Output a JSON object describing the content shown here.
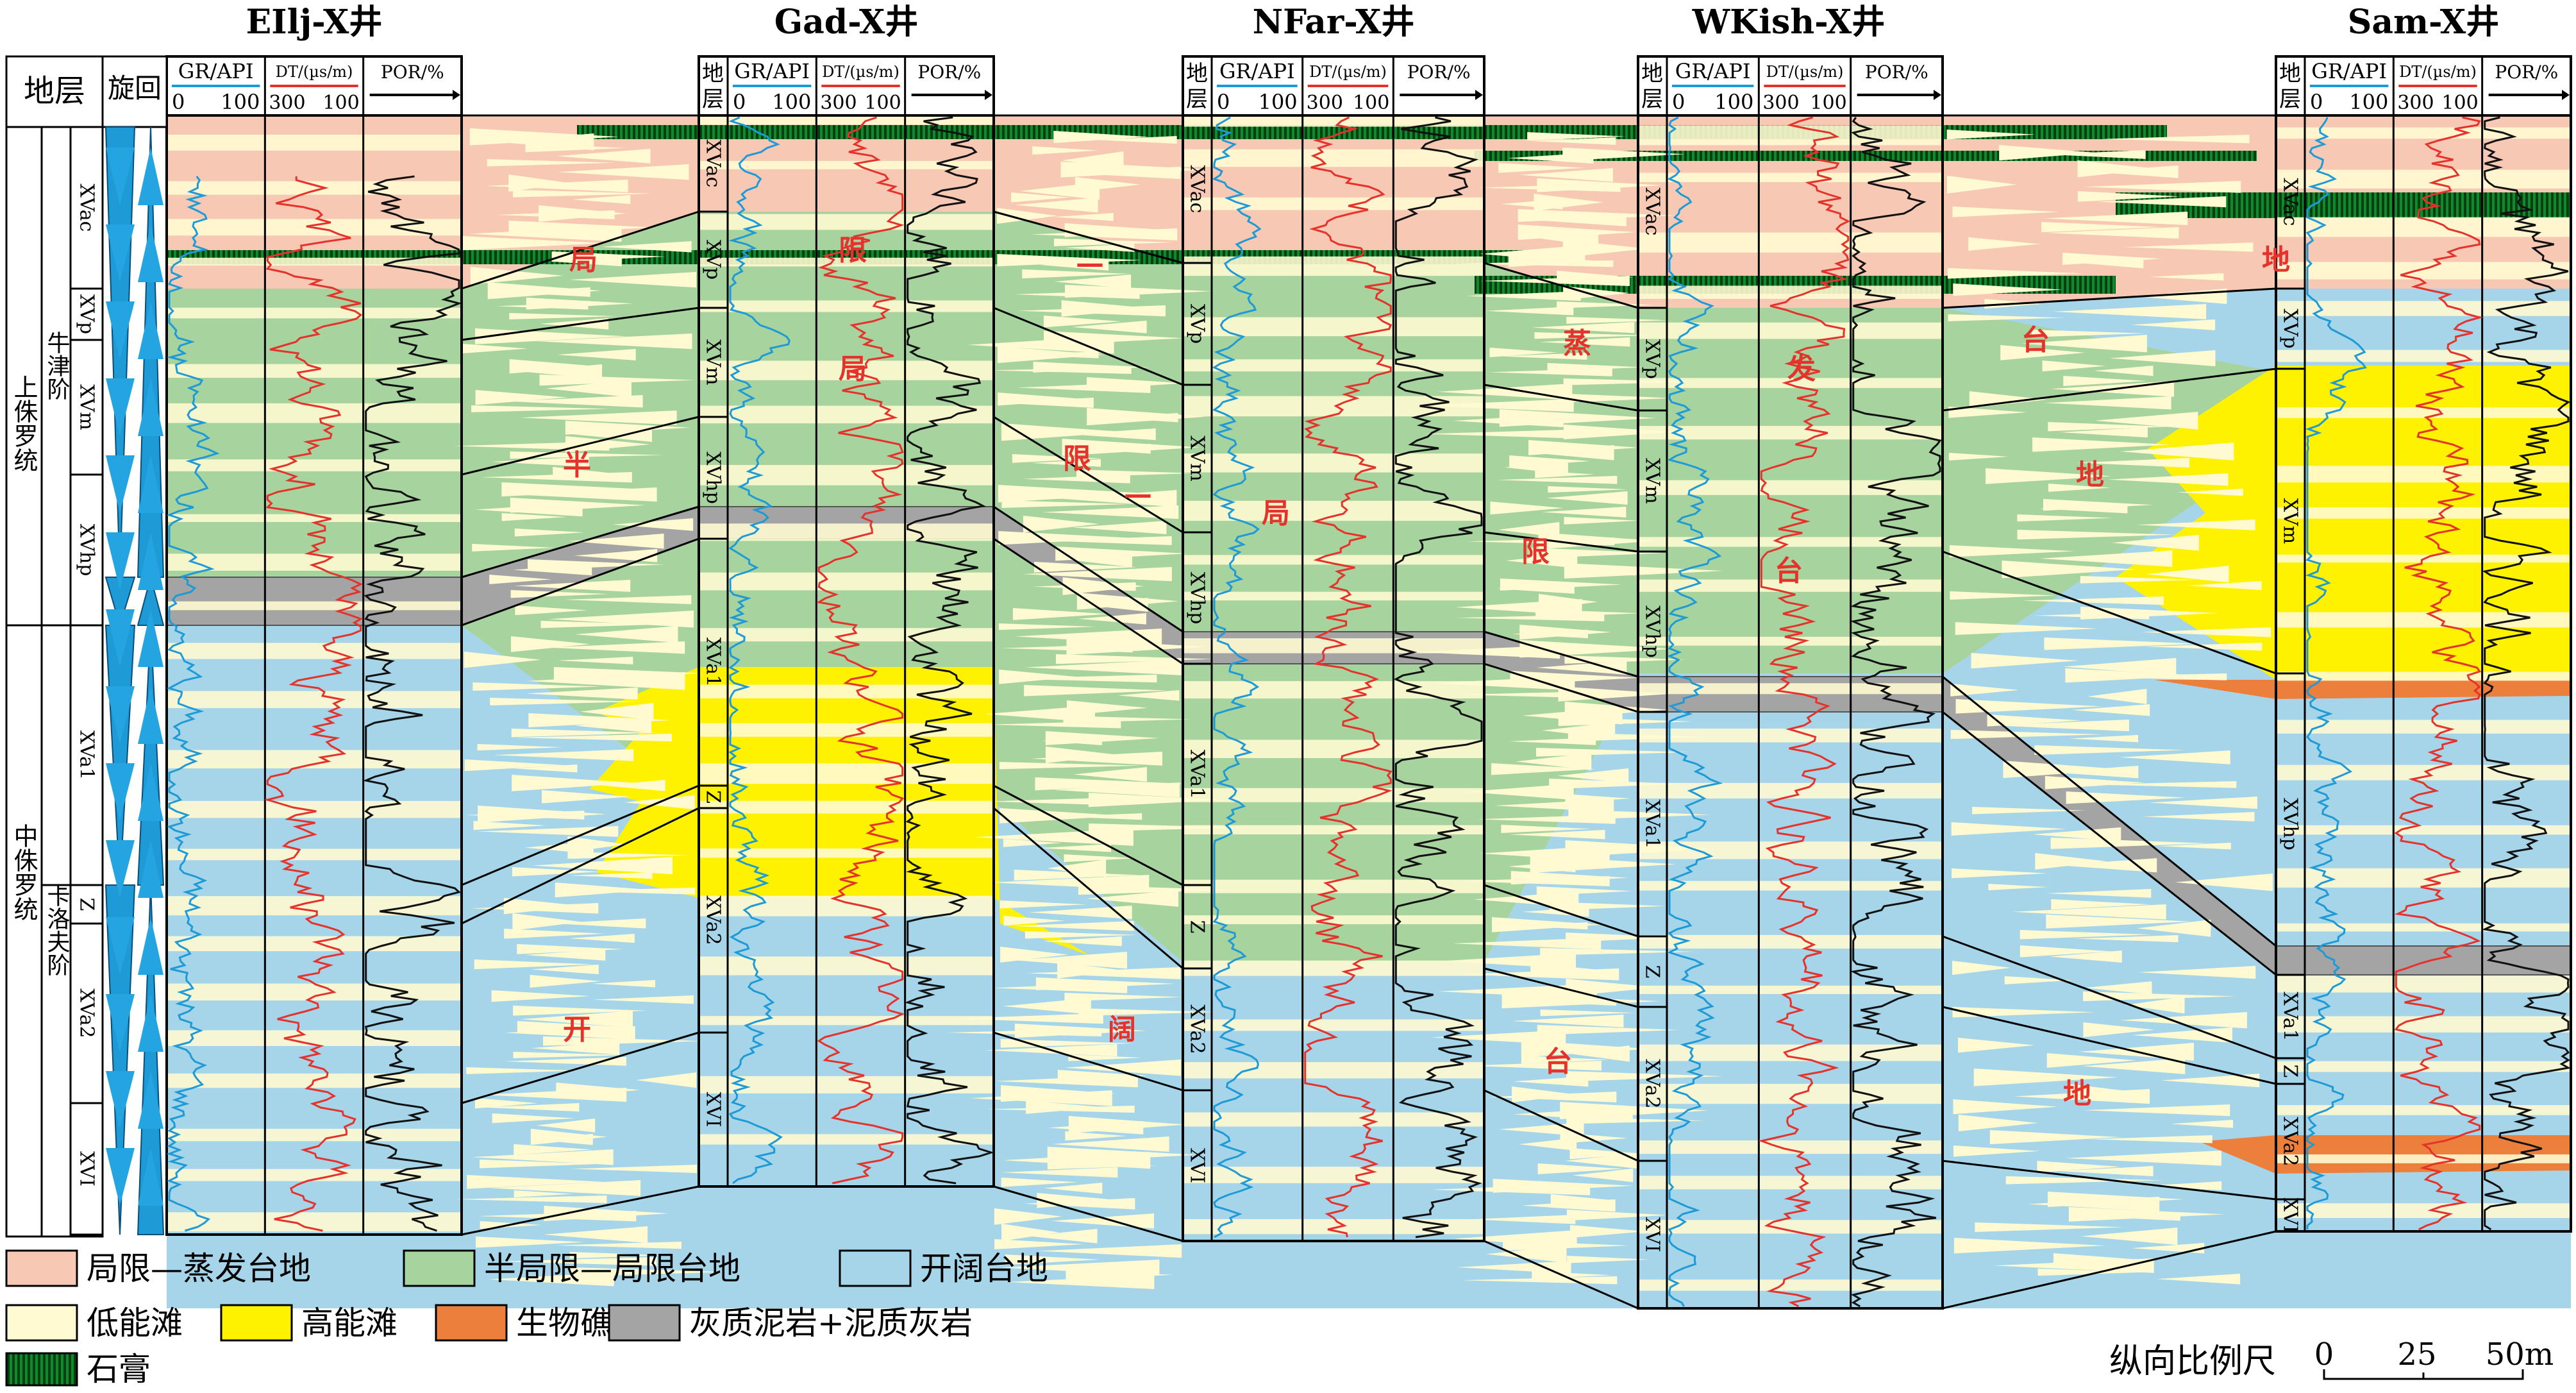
{
  "wells": [
    {
      "id": "ellj",
      "name": "EIlj-X井"
    },
    {
      "id": "gad",
      "name": "Gad-X井"
    },
    {
      "id": "nfar",
      "name": "NFar-X井"
    },
    {
      "id": "wkish",
      "name": "WKish-X井"
    },
    {
      "id": "sam",
      "name": "Sam-X井"
    }
  ],
  "log_headers": {
    "gr": "GR/API",
    "gr_min": "0",
    "gr_max": "100",
    "dt": "DT/(µs/m)",
    "dt_min": "300",
    "dt_max": "100",
    "por": "POR/%",
    "strata": "地层",
    "cycle": "旋回"
  },
  "strat_column": {
    "upper_series": "上侏罗统",
    "middle_series": "中侏罗统",
    "oxfordian": "牛津阶",
    "callovian": "卡洛夫阶"
  },
  "zones": {
    "ellj": [
      "XVac",
      "XVp",
      "XVm",
      "XVhp",
      "XVa1",
      "Z",
      "XVa2",
      "XVI"
    ],
    "gad": [
      "XVac",
      "XVp",
      "XVm",
      "XVhp",
      "XVa1",
      "Z",
      "XVa2",
      "XVI"
    ],
    "nfar": [
      "XVac",
      "XVp",
      "XVm",
      "XVhp",
      "XVa1",
      "Z",
      "XVa2",
      "XVI"
    ],
    "wkish": [
      "XVac",
      "XVp",
      "XVm",
      "XVhp",
      "XVa1",
      "Z",
      "XVa2",
      "XVI"
    ],
    "sam": [
      "XVac",
      "XVp",
      "XVm",
      "XVhp",
      "XVa1",
      "Z",
      "XVa2",
      "XVI"
    ]
  },
  "facies_annotations": {
    "restricted_evaporitic": [
      "局",
      "限",
      "—",
      "蒸",
      "发",
      "台",
      "地"
    ],
    "semi_restricted": [
      "半",
      "局",
      "限",
      "—",
      "局",
      "限",
      "台",
      "地"
    ],
    "open": [
      "开",
      "阔",
      "台",
      "地"
    ]
  },
  "legend": {
    "restricted_evaporitic": "局限—蒸发台地",
    "semi_restricted": "半局限—局限台地",
    "open_platform": "开阔台地",
    "low_energy_shoal": "低能滩",
    "high_energy_shoal": "高能滩",
    "bioherm": "生物礁",
    "marl": "灰质泥岩+泥质灰岩",
    "gypsum": "石膏"
  },
  "scale": {
    "label": "纵向比例尺",
    "ticks": [
      "0",
      "25",
      "50m"
    ]
  },
  "colors": {
    "restricted_evaporitic": "#f7c9b4",
    "semi_restricted": "#a7d39f",
    "open_platform": "#a6d5ea",
    "low_energy_shoal": "#fffad2",
    "high_energy_shoal": "#fff200",
    "bioherm": "#ed7f3d",
    "marl": "#a4a4a4",
    "gypsum": "#0d8c2c",
    "gr_curve": "#1e9ad6",
    "dt_curve": "#e5322b",
    "por_curve": "#111111",
    "facies_text": "#e5322b"
  }
}
